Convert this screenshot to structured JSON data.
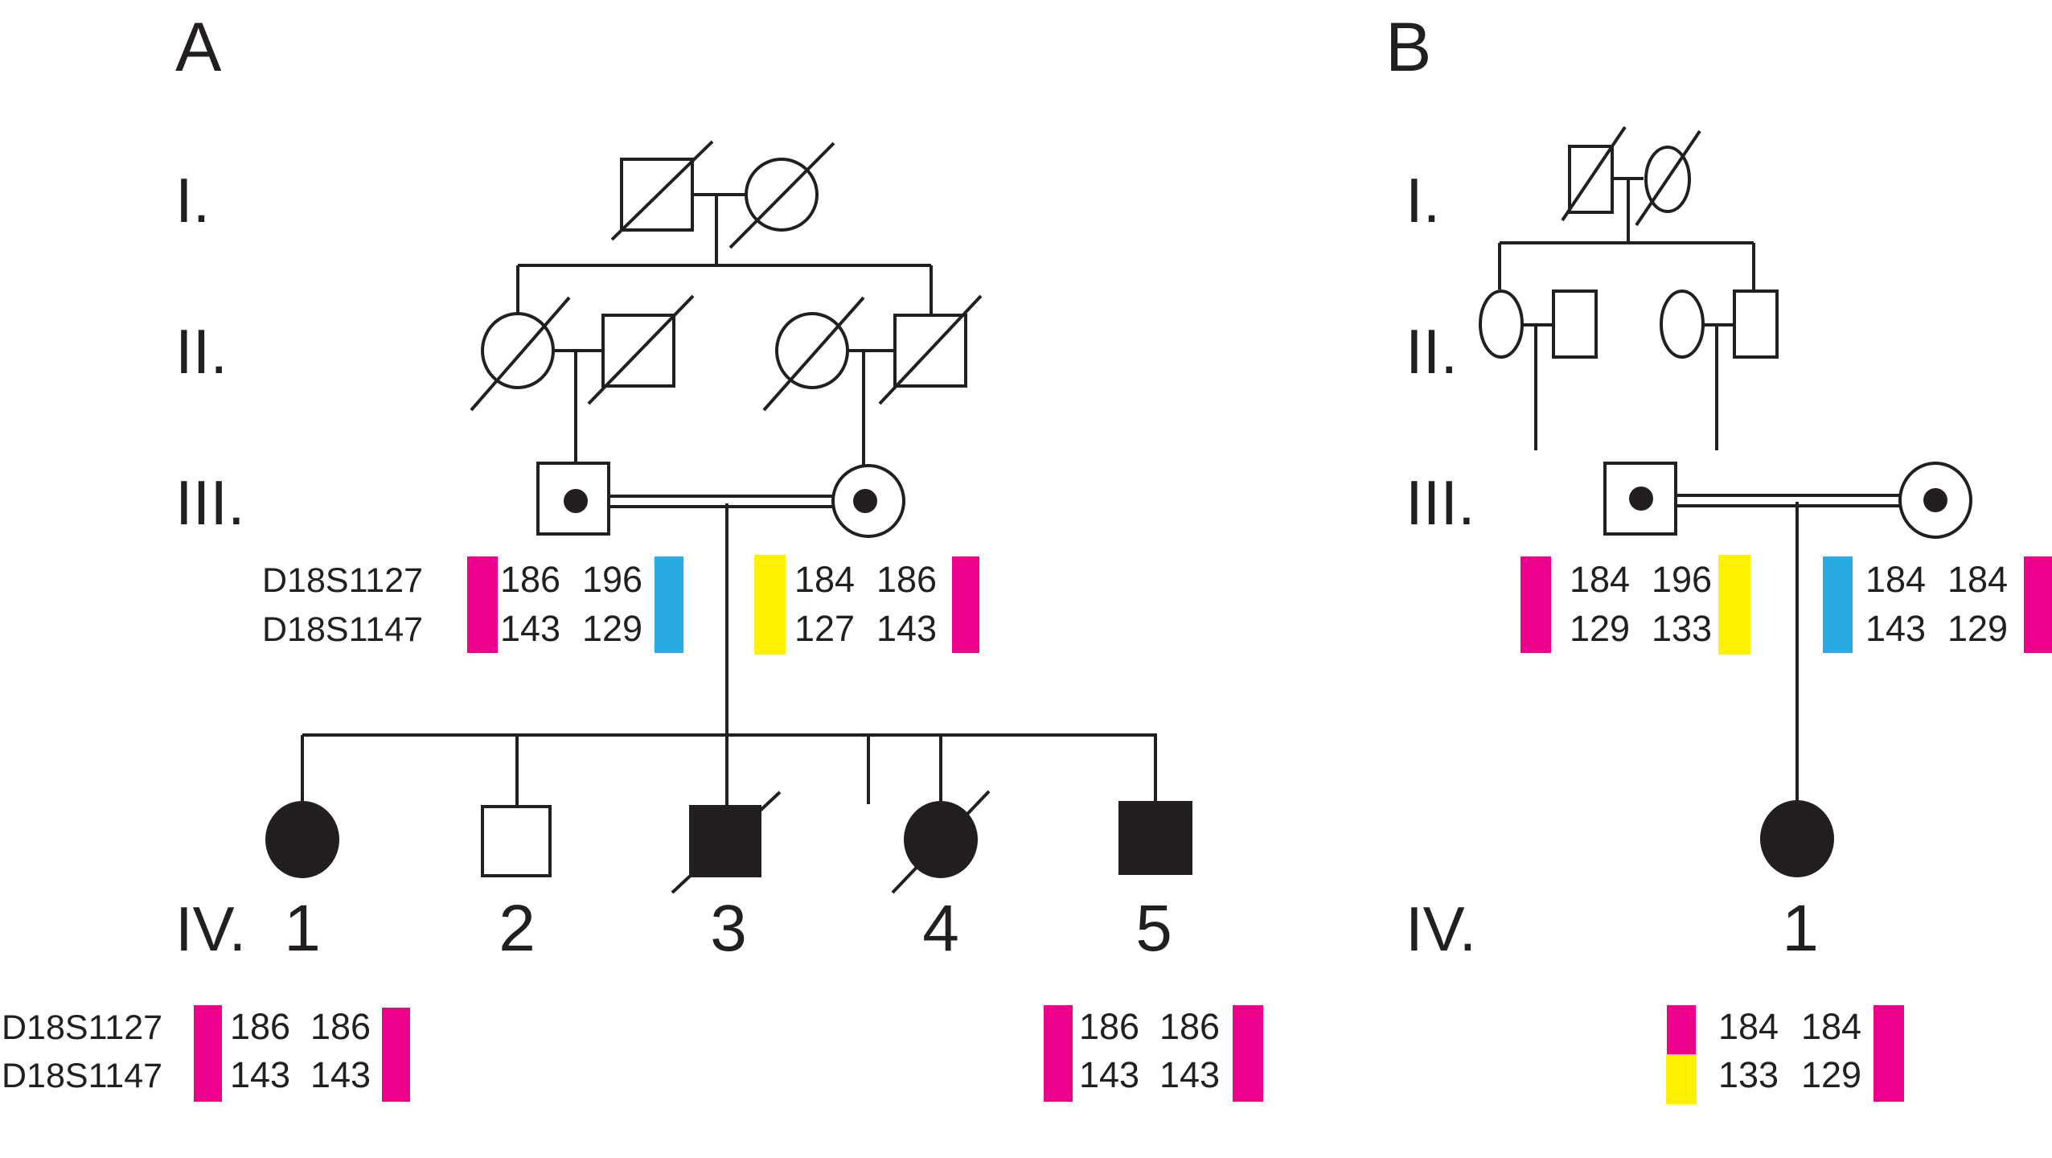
{
  "figure": {
    "panels": [
      {
        "id": "A",
        "label": "A",
        "generation_labels": [
          "I.",
          "II.",
          "III.",
          "IV."
        ],
        "individuals": {
          "I": [
            {
              "sex": "male",
              "deceased": true,
              "affected": false
            },
            {
              "sex": "female",
              "deceased": true,
              "affected": false
            }
          ],
          "II": [
            {
              "sex": "female",
              "deceased": true,
              "affected": false
            },
            {
              "sex": "male",
              "deceased": true,
              "affected": false
            },
            {
              "sex": "female",
              "deceased": true,
              "affected": false
            },
            {
              "sex": "male",
              "deceased": true,
              "affected": false
            }
          ],
          "III": [
            {
              "sex": "male",
              "carrier": true
            },
            {
              "sex": "female",
              "carrier": true
            }
          ],
          "III_relationship": "consanguineous",
          "IV": [
            {
              "number": "1",
              "sex": "female",
              "affected": true,
              "deceased": false
            },
            {
              "number": "2",
              "sex": "male",
              "affected": false,
              "deceased": false
            },
            {
              "number": "3",
              "sex": "male",
              "affected": true,
              "deceased": true
            },
            {
              "number": "4",
              "sex": "female",
              "affected": true,
              "deceased": true
            },
            {
              "number": "5",
              "sex": "male",
              "affected": true,
              "deceased": false
            }
          ]
        },
        "haplotypes": {
          "markers": [
            "D18S1127",
            "D18S1147"
          ],
          "III_father": {
            "alleles": [
              [
                "186",
                "196"
              ],
              [
                "143",
                "129"
              ]
            ],
            "left_color": "#ec008c",
            "right_color": "#29abe2"
          },
          "III_mother": {
            "alleles": [
              [
                "184",
                "186"
              ],
              [
                "127",
                "143"
              ]
            ],
            "left_color": "#fff200",
            "right_color": "#ec008c"
          },
          "IV_1": {
            "alleles": [
              [
                "186",
                "186"
              ],
              [
                "143",
                "143"
              ]
            ],
            "left_color": "#ec008c",
            "right_color": "#ec008c"
          },
          "IV_5": {
            "alleles": [
              [
                "186",
                "186"
              ],
              [
                "143",
                "143"
              ]
            ],
            "left_color": "#ec008c",
            "right_color": "#ec008c"
          }
        }
      },
      {
        "id": "B",
        "label": "B",
        "generation_labels": [
          "I.",
          "II.",
          "III.",
          "IV."
        ],
        "individuals": {
          "I": [
            {
              "sex": "male",
              "deceased": true,
              "affected": false
            },
            {
              "sex": "female",
              "deceased": true,
              "affected": false
            }
          ],
          "II": [
            {
              "sex": "female",
              "deceased": false,
              "affected": false
            },
            {
              "sex": "male",
              "deceased": false,
              "affected": false
            },
            {
              "sex": "female",
              "deceased": false,
              "affected": false
            },
            {
              "sex": "male",
              "deceased": false,
              "affected": false
            }
          ],
          "III": [
            {
              "sex": "male",
              "carrier": true
            },
            {
              "sex": "female",
              "carrier": true
            }
          ],
          "III_relationship": "consanguineous",
          "IV": [
            {
              "number": "1",
              "sex": "female",
              "affected": true,
              "deceased": false
            }
          ]
        },
        "haplotypes": {
          "III_father": {
            "alleles": [
              [
                "184",
                "196"
              ],
              [
                "129",
                "133"
              ]
            ],
            "left_color": "#ec008c",
            "right_color": "#fff200"
          },
          "III_mother": {
            "alleles": [
              [
                "184",
                "184"
              ],
              [
                "143",
                "129"
              ]
            ],
            "left_color": "#29abe2",
            "right_color": "#ec008c"
          },
          "IV_1": {
            "alleles": [
              [
                "184",
                "184"
              ],
              [
                "133",
                "129"
              ]
            ],
            "left_color_top": "#ec008c",
            "left_color_bottom": "#fff200",
            "right_color": "#ec008c"
          }
        }
      }
    ],
    "colors": {
      "magenta": "#ec008c",
      "cyan": "#29abe2",
      "yellow": "#fff200",
      "ink": "#231f20"
    }
  }
}
